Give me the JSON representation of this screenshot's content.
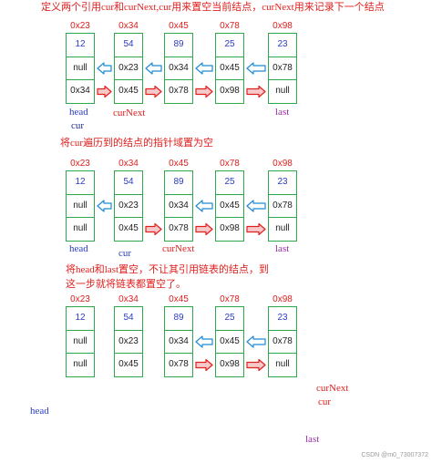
{
  "captions": {
    "step1": "定义两个引用cur和curNext,cur用来置空当前结点，curNext用来记录下一个结点",
    "step2": "将cur遍历到的结点的指针域置为空",
    "step3_line1": "将head和last置空，不让其引用链表的结点，到",
    "step3_line2": "这一步就将链表都置空了。"
  },
  "rows": [
    {
      "nodes": [
        {
          "address": "0x23",
          "val": "12",
          "prev": "null",
          "next": "0x34"
        },
        {
          "address": "0x34",
          "val": "54",
          "prev": "0x23",
          "next": "0x45"
        },
        {
          "address": "0x45",
          "val": "89",
          "prev": "0x34",
          "next": "0x78"
        },
        {
          "address": "0x78",
          "val": "25",
          "prev": "0x45",
          "next": "0x98"
        },
        {
          "address": "0x98",
          "val": "23",
          "prev": "0x78",
          "next": "null"
        }
      ],
      "prev_links": [
        [
          1,
          0
        ],
        [
          2,
          1
        ],
        [
          3,
          2
        ],
        [
          4,
          3
        ]
      ],
      "next_links": [
        [
          0,
          1
        ],
        [
          1,
          2
        ],
        [
          2,
          3
        ],
        [
          3,
          4
        ]
      ],
      "refs": {
        "head": {
          "text": "head",
          "color": "#2b3cc0"
        },
        "cur": {
          "text": "cur",
          "color": "#1f2f8f"
        },
        "curNext": {
          "text": "curNext",
          "color": "#e0201e"
        },
        "last": {
          "text": "last",
          "color": "#9b30a8"
        }
      }
    },
    {
      "nodes": [
        {
          "address": "0x23",
          "val": "12",
          "prev": "null",
          "next": "null"
        },
        {
          "address": "0x34",
          "val": "54",
          "prev": "0x23",
          "next": "0x45"
        },
        {
          "address": "0x45",
          "val": "89",
          "prev": "0x34",
          "next": "0x78"
        },
        {
          "address": "0x78",
          "val": "25",
          "prev": "0x45",
          "next": "0x98"
        },
        {
          "address": "0x98",
          "val": "23",
          "prev": "0x78",
          "next": "null"
        }
      ],
      "prev_links": [
        [
          1,
          0
        ],
        [
          3,
          2
        ],
        [
          4,
          3
        ]
      ],
      "next_links": [
        [
          1,
          2
        ],
        [
          2,
          3
        ],
        [
          3,
          4
        ]
      ],
      "refs": {
        "head": {
          "text": "head",
          "color": "#2b3cc0"
        },
        "cur": {
          "text": "cur",
          "color": "#2b3cc0"
        },
        "curNext": {
          "text": "curNext",
          "color": "#e0201e"
        },
        "last": {
          "text": "last",
          "color": "#9b30a8"
        }
      }
    },
    {
      "nodes": [
        {
          "address": "0x23",
          "val": "12",
          "prev": "null",
          "next": "null"
        },
        {
          "address": "0x34",
          "val": "54",
          "prev": "0x23",
          "next": "0x45"
        },
        {
          "address": "0x45",
          "val": "89",
          "prev": "0x34",
          "next": "0x78"
        },
        {
          "address": "0x78",
          "val": "25",
          "prev": "0x45",
          "next": "0x98"
        },
        {
          "address": "0x98",
          "val": "23",
          "prev": "0x78",
          "next": "null"
        }
      ],
      "prev_links": [
        [
          3,
          2
        ],
        [
          4,
          3
        ]
      ],
      "next_links": [
        [
          2,
          3
        ],
        [
          3,
          4
        ]
      ],
      "refs": {
        "head": {
          "text": "head",
          "color": "#2b3cc0"
        },
        "cur": {
          "text": "cur",
          "color": "#e0201e"
        },
        "curNext": {
          "text": "curNext",
          "color": "#e0201e"
        },
        "last": {
          "text": "last",
          "color": "#9b30a8"
        }
      }
    }
  ],
  "colors": {
    "node_border": "#2ea84a",
    "value_text": "#2b3cc0",
    "pointer_text": "#222222",
    "address_text": "#e0201e",
    "caption_text": "#e0201e",
    "prev_arrow_stroke": "#1f8ad8",
    "prev_arrow_fill": "#ffffff",
    "next_arrow_stroke": "#e0201e",
    "next_arrow_fill": "#f7c9c9"
  },
  "watermark": "CSDN @m0_73007372"
}
